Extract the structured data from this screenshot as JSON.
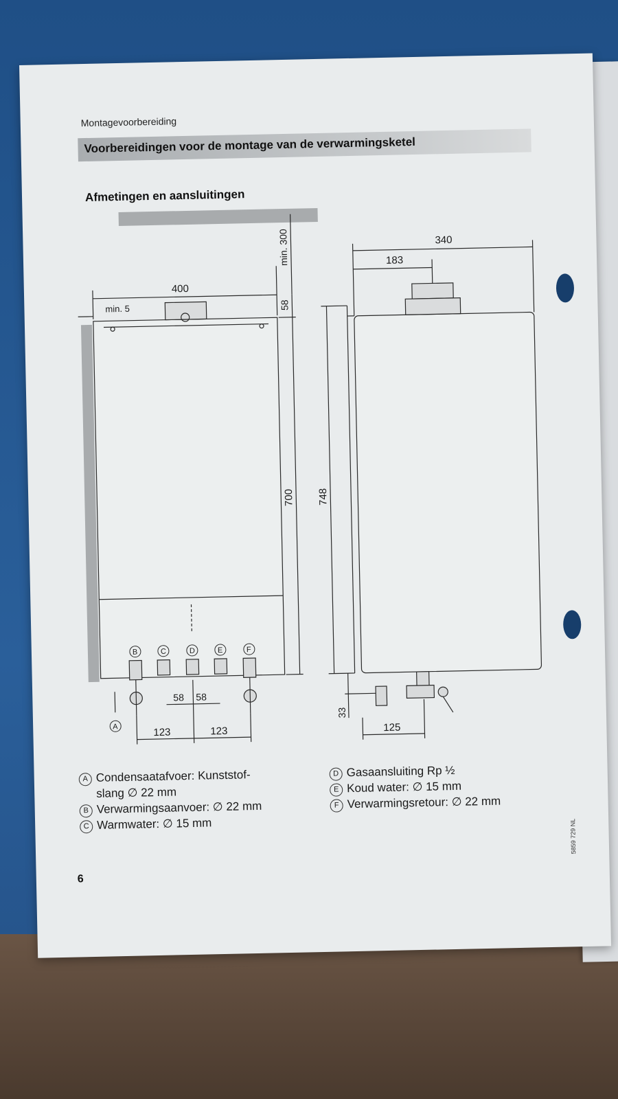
{
  "header": {
    "running_head": "Montagevoorbereiding",
    "title": "Voorbereidingen voor de montage van de verwarmingsketel",
    "section": "Afmetingen en aansluitingen"
  },
  "drawing": {
    "front": {
      "width": "400",
      "min_side": "min. 5",
      "top_clearance": "min. 300",
      "flue_height": "58",
      "body_height": "700",
      "spacing_inner_left": "58",
      "spacing_inner_right": "58",
      "spacing_outer_left": "123",
      "spacing_outer_right": "123",
      "connection_labels": [
        "A",
        "B",
        "C",
        "D",
        "E",
        "F"
      ]
    },
    "side": {
      "depth": "340",
      "flue_offset": "183",
      "total_height": "748",
      "bottom_offset": "33",
      "connection_offset": "125"
    }
  },
  "legend": {
    "left": [
      {
        "letter": "A",
        "text": "Condensaatafvoer: Kunststof-"
      },
      {
        "letter": "",
        "text": "slang ∅ 22 mm"
      },
      {
        "letter": "B",
        "text": "Verwarmingsaanvoer: ∅ 22 mm"
      },
      {
        "letter": "C",
        "text": "Warmwater: ∅ 15 mm"
      }
    ],
    "right": [
      {
        "letter": "D",
        "text": "Gasaansluiting Rp ½"
      },
      {
        "letter": "E",
        "text": "Koud water: ∅ 15 mm"
      },
      {
        "letter": "F",
        "text": "Verwarmingsretour: ∅ 22 mm"
      }
    ]
  },
  "footer": {
    "page_number": "6",
    "doc_code": "5859 729 NL"
  }
}
